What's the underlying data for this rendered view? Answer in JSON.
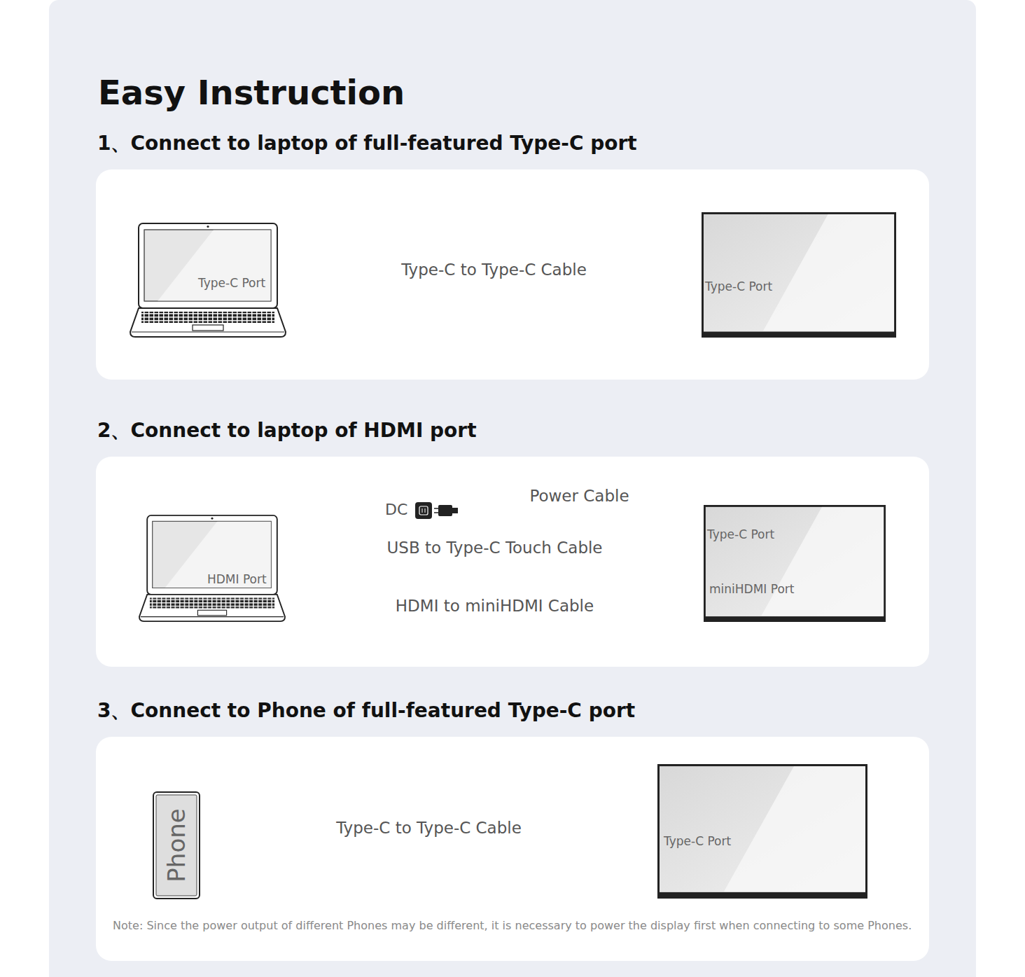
{
  "diagram": {
    "title": "Easy Instruction",
    "nodes": [
      {
        "text": [
          "1、Connect to laptop of full-featured Type-C port"
        ]
      },
      {
        "text": [
          "Type-C Port"
        ],
        "in": 0
      },
      {
        "text": [
          "Type-C Port"
        ],
        "in": 0
      },
      {
        "text": [
          "2、Connect to laptop of HDMI port"
        ]
      },
      {
        "text": [
          "DC"
        ],
        "in": 3
      },
      {
        "text": [
          "HDMI Port"
        ],
        "in": 3
      },
      {
        "text": [
          "Type-C Port",
          "miniHDMI Port"
        ],
        "in": 3
      },
      {
        "text": [
          "3、Connect to Phone of full-featured Type-C port",
          "Note: Since the power output of different Phones may be different, it is necessary to power the display first when connecting to some Phones."
        ]
      },
      {
        "text": [
          "Phone"
        ],
        "in": 7
      },
      {
        "text": [
          "Type-C Port"
        ],
        "in": 7
      }
    ],
    "edges": [
      {
        "from": 1,
        "to": 2,
        "arrow": "none",
        "label": "Type-C to Type-C Cable"
      },
      {
        "from": 4,
        "to": 6,
        "arrow": "none",
        "label": "Power Cable"
      },
      {
        "from": 5,
        "to": 6,
        "arrow": "none",
        "label": "USB to Type-C Touch Cable"
      },
      {
        "from": 5,
        "to": 6,
        "arrow": "none",
        "label": "HDMI to miniHDMI Cable"
      },
      {
        "from": 8,
        "to": 9,
        "arrow": "none",
        "label": "Type-C to Type-C Cable"
      }
    ]
  }
}
